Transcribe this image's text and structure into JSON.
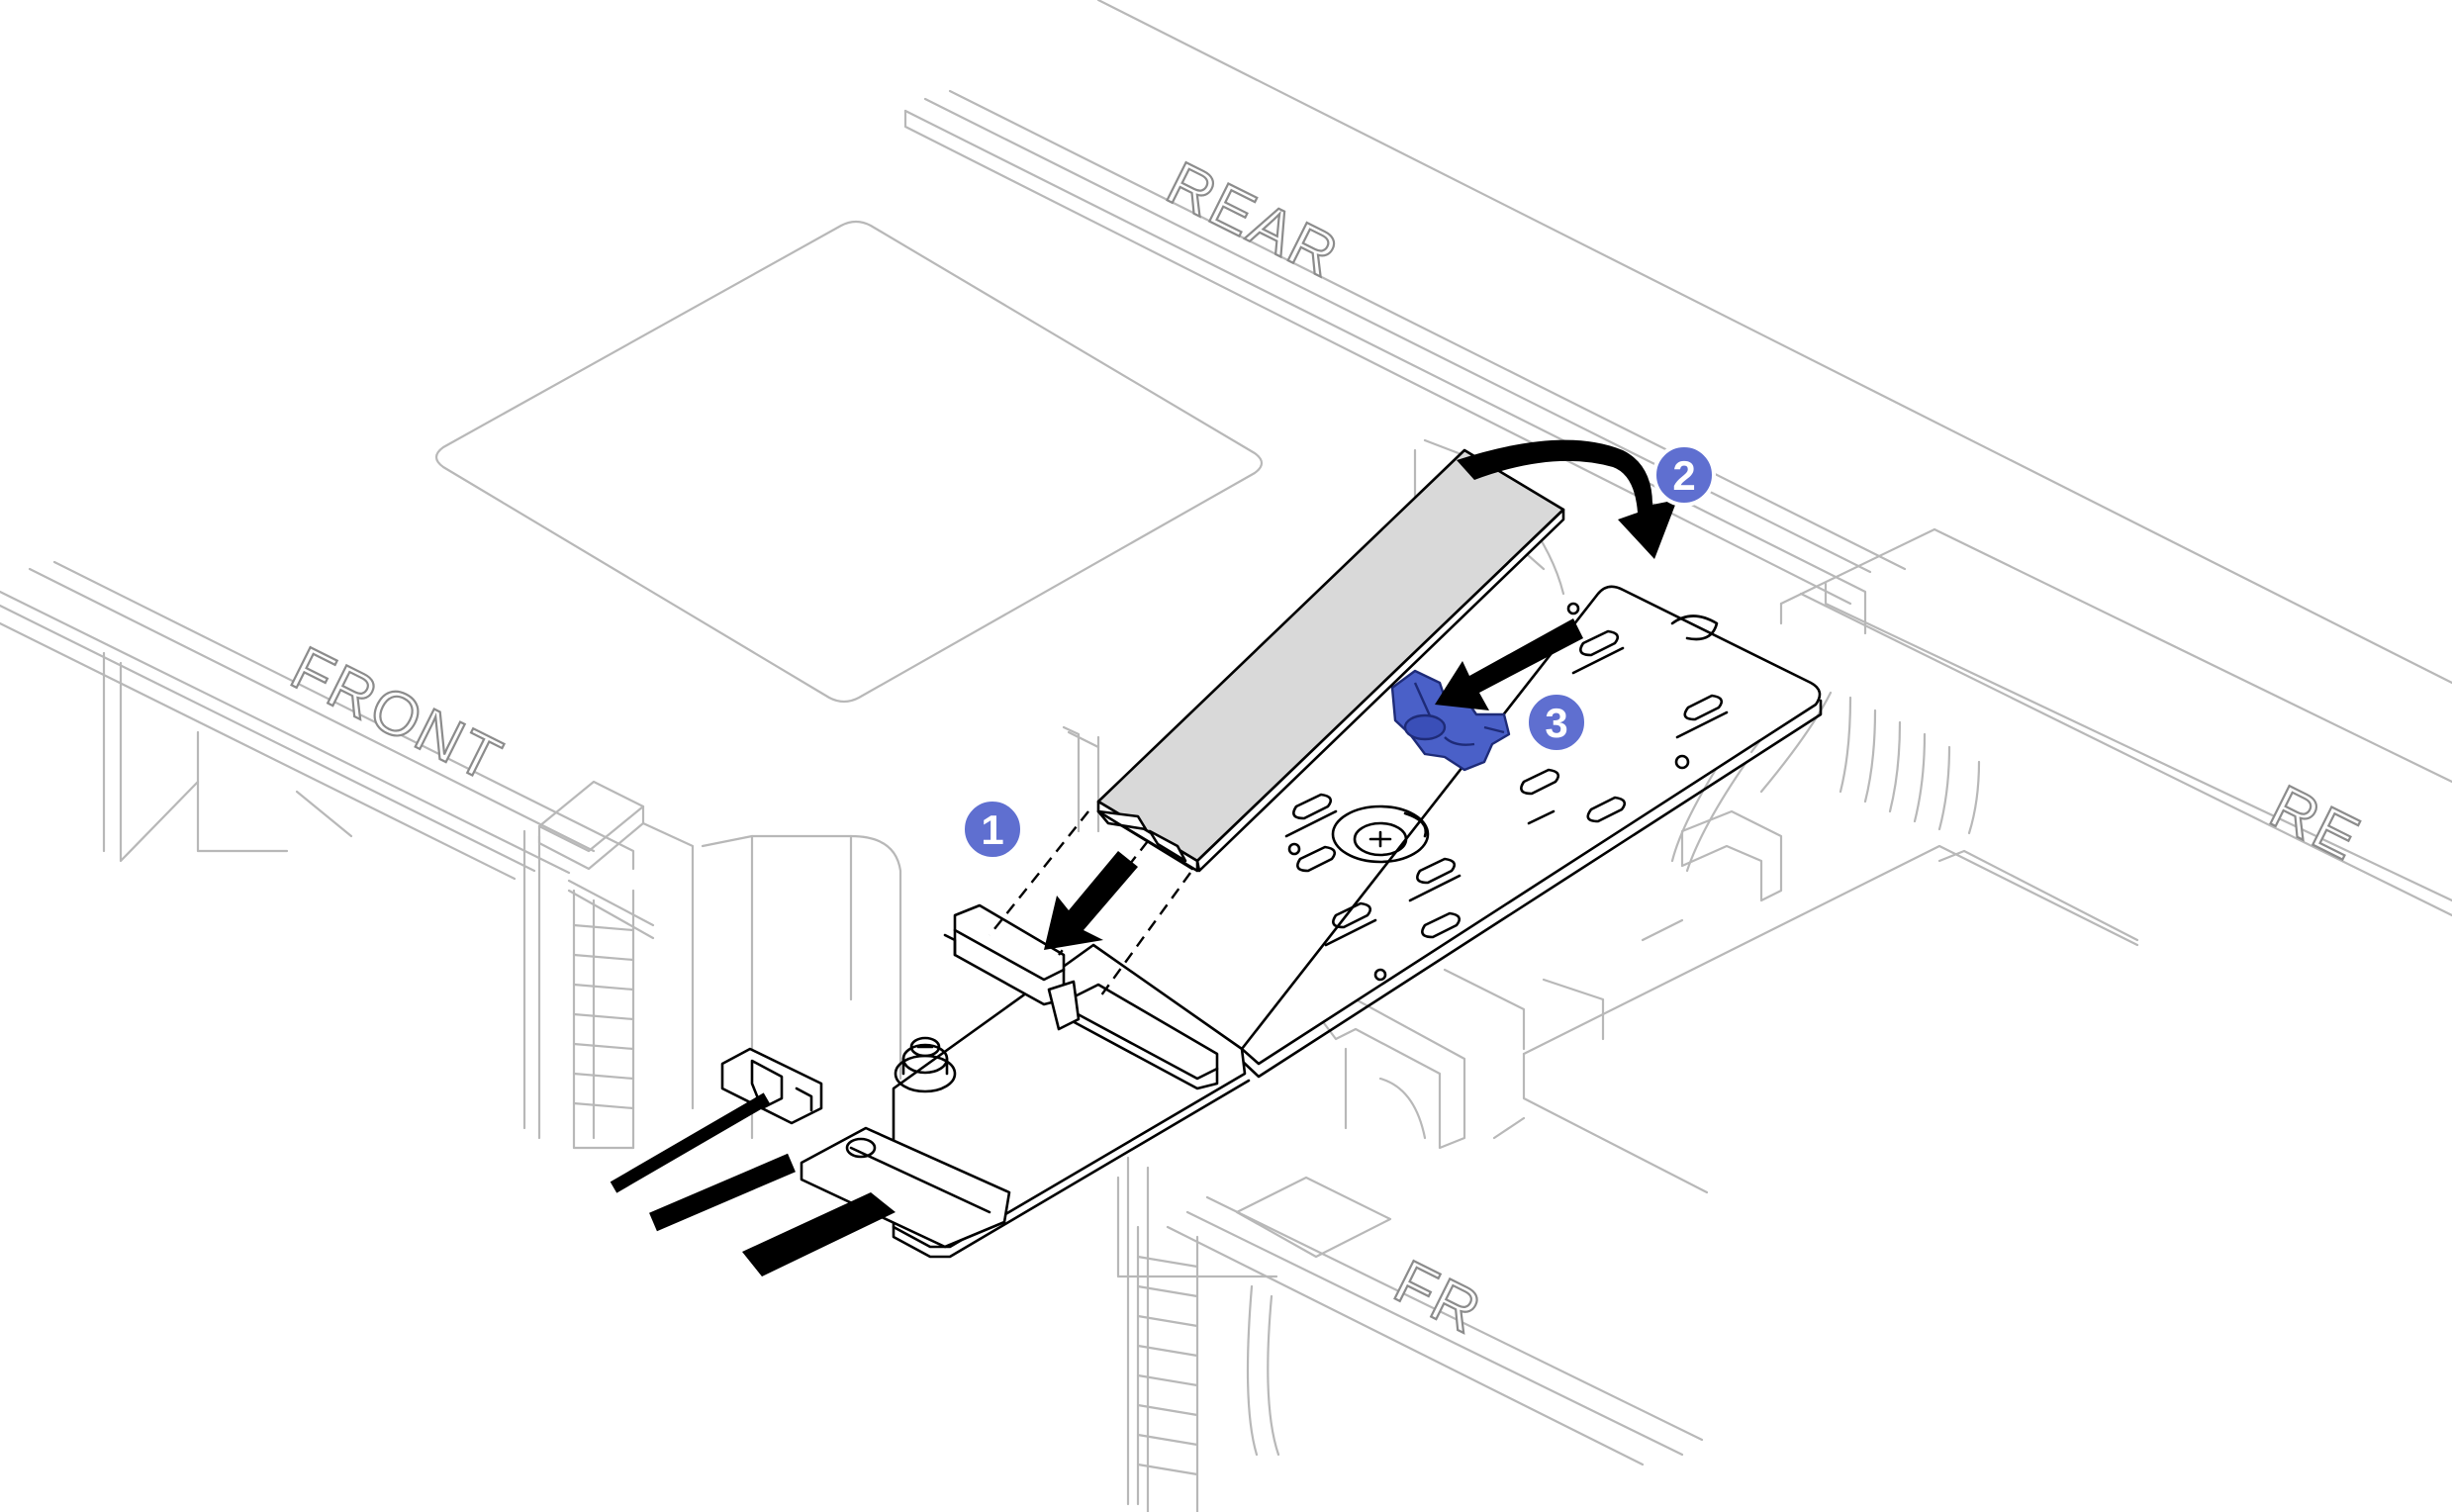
{
  "labels": {
    "rear_main": "REAR",
    "front_main": "FRONT",
    "rear_partial": "RE",
    "front_partial": "FR"
  },
  "callouts": [
    {
      "number": "1"
    },
    {
      "number": "2"
    },
    {
      "number": "3"
    }
  ],
  "colors": {
    "callout": "#5f6fd0",
    "latch": "#4a60c8",
    "m2_drive": "#d9d9d9",
    "chassis_line": "#b8b8b8",
    "ink": "#000000"
  }
}
